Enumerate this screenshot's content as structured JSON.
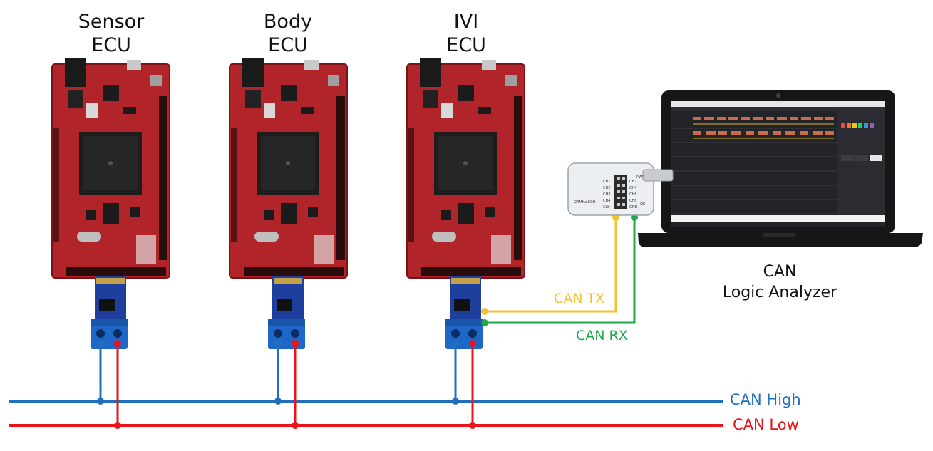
{
  "ecus": [
    {
      "line1": "Sensor",
      "line2": "ECU"
    },
    {
      "line1": "Body",
      "line2": "ECU"
    },
    {
      "line1": "IVI",
      "line2": "ECU"
    }
  ],
  "analyzer": {
    "line1": "CAN",
    "line2": "Logic Analyzer",
    "device_text": "24MHz 8CH",
    "pins_left": [
      "CH1",
      "CH2",
      "CH3",
      "CH4",
      "CLK"
    ],
    "pins_right": [
      "CH2",
      "CH4",
      "CH6",
      "CH8",
      "GND"
    ],
    "pin_top": "PWR",
    "pin_ok": "OK"
  },
  "wires": {
    "tx": "CAN TX",
    "rx": "CAN RX"
  },
  "bus": {
    "high": "CAN High",
    "low": "CAN Low"
  },
  "colors": {
    "can_high": "#1f6fbf",
    "can_low": "#e8151b",
    "tx": "#f5c12e",
    "rx": "#1faa4a",
    "board": "#b0242a",
    "transceiver": "#1f3f9e",
    "terminal": "#1e67c8"
  }
}
